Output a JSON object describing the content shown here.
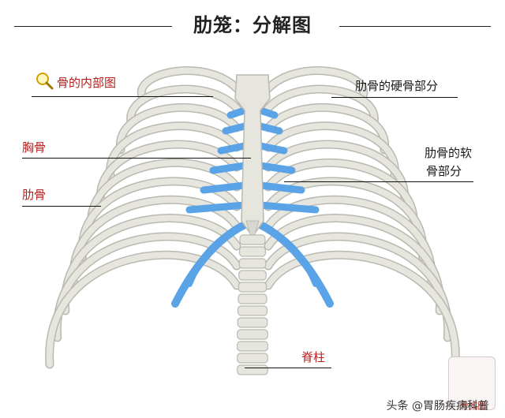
{
  "title": "肋笼：分解图",
  "labels": {
    "inner": "骨的内部图",
    "sternum": "胸骨",
    "rib": "肋骨",
    "spine": "脊柱",
    "hard": "肋骨的硬骨部分",
    "soft_line1": "肋骨的软",
    "soft_line2": "骨部分"
  },
  "icons": [
    "magnifier-icon"
  ],
  "watermark": {
    "credit": "头条 @胃肠疾病科普",
    "badge_text": "骨威图"
  },
  "colors": {
    "bone": "#e6e6df",
    "bone_outline": "#b9b9b0",
    "cartilage": "#5aa3e6",
    "label_red": "#b71c1c"
  }
}
